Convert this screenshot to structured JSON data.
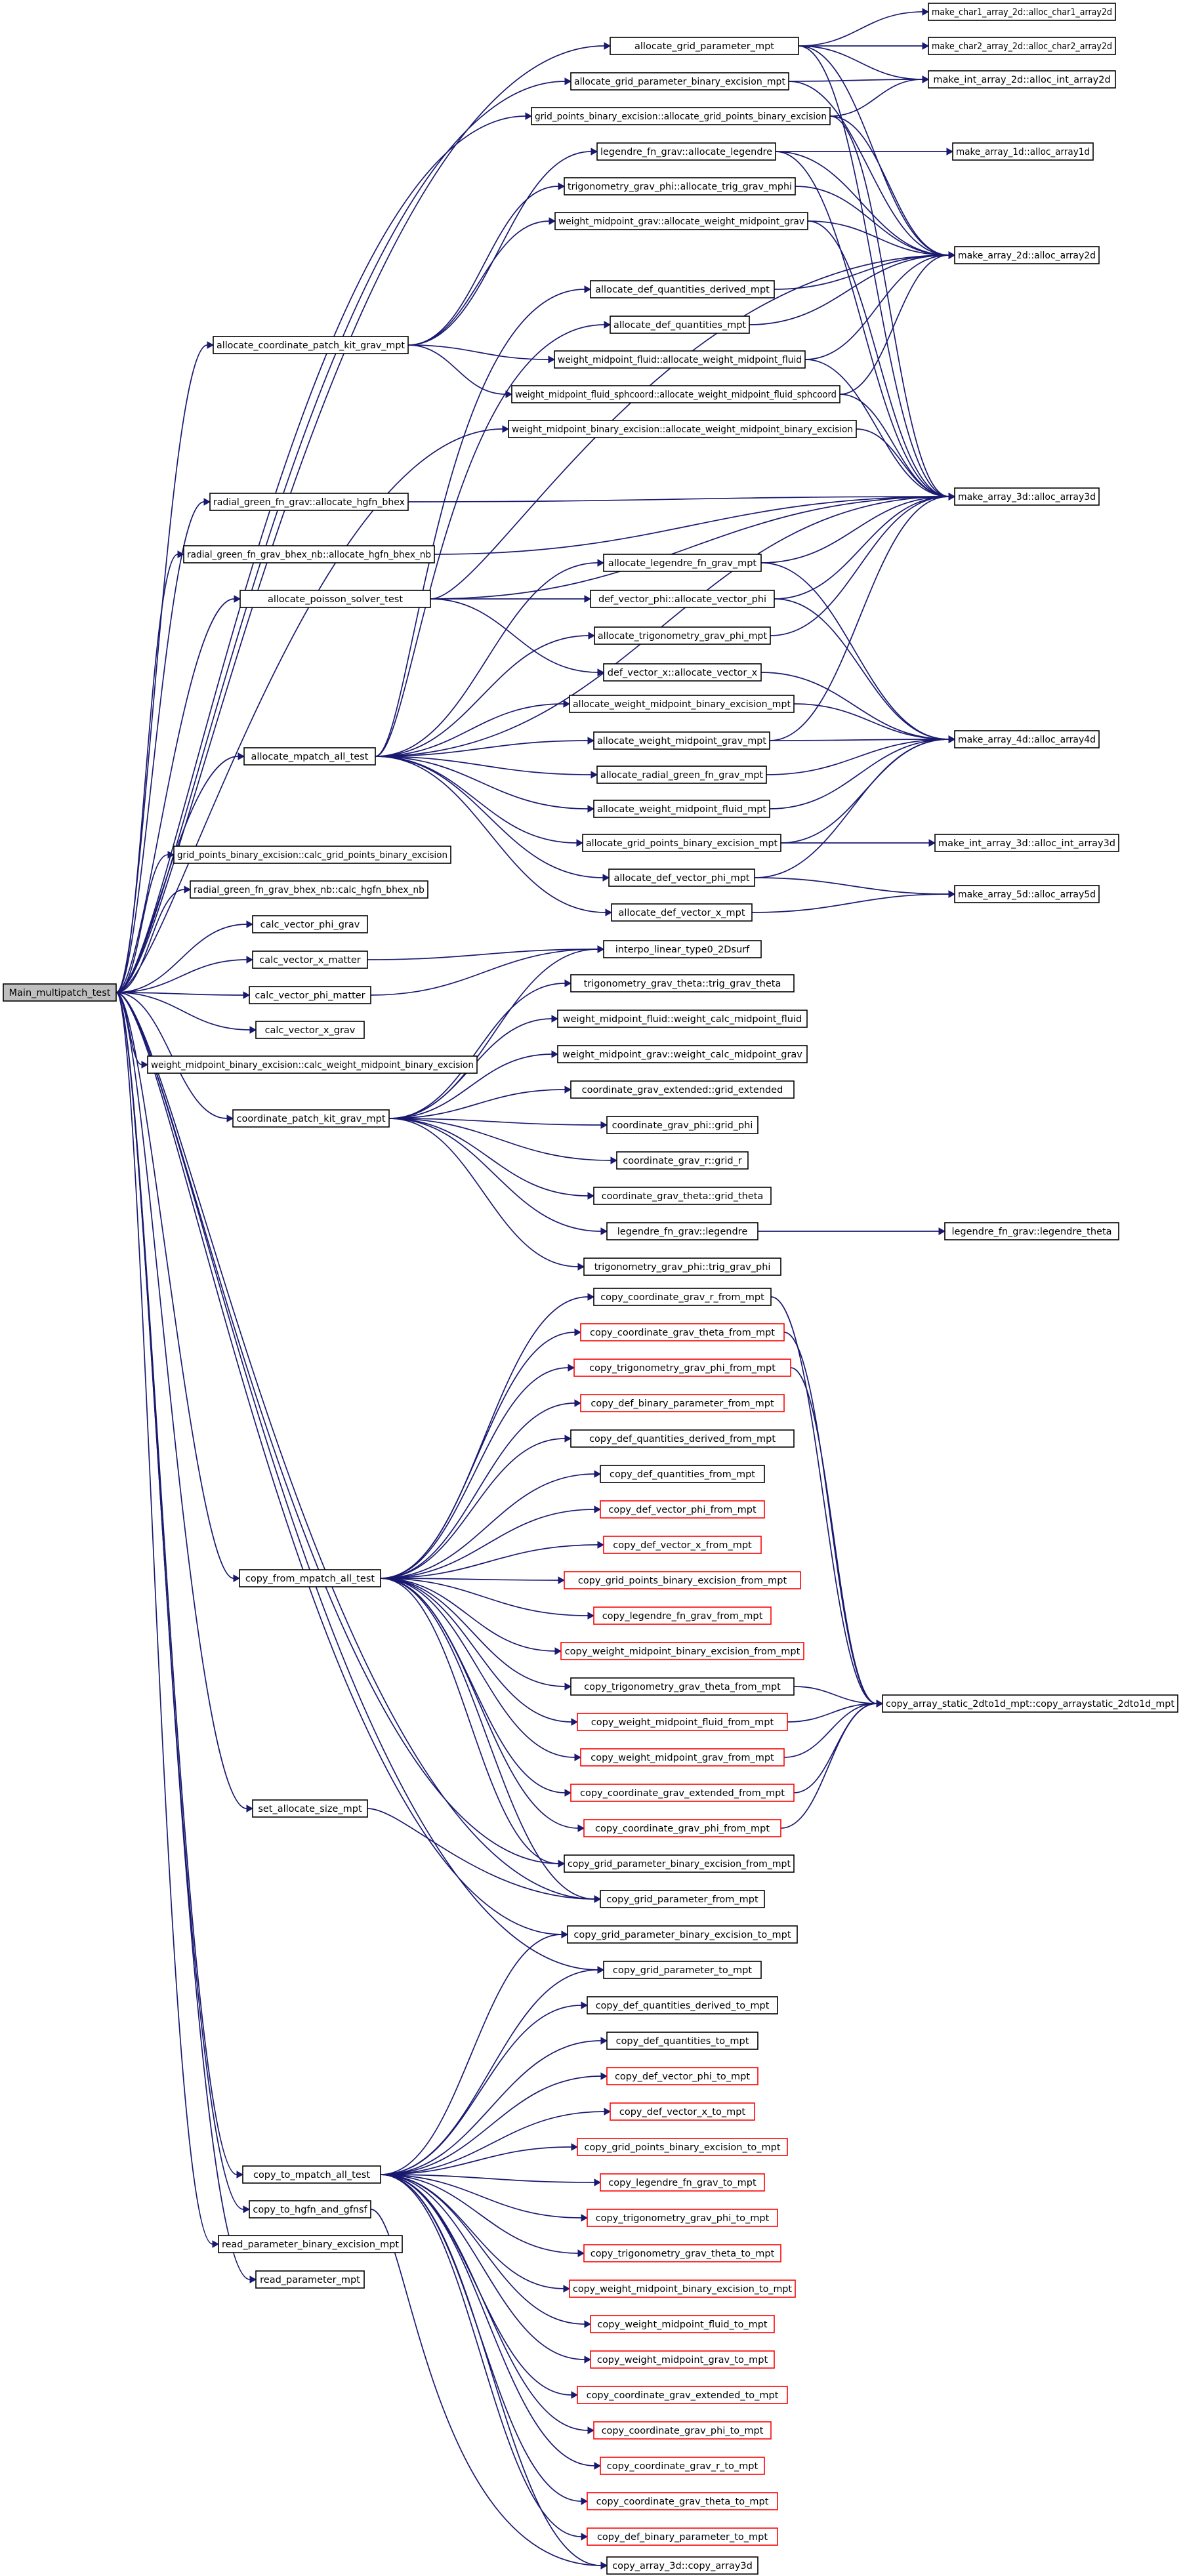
{
  "graph": {
    "root": "Main_multipatch_test",
    "colors": {
      "edge": "#191970",
      "node_border": "#000000",
      "undocumented_border": "#ff0000",
      "root_fill": "#bfbfbf"
    },
    "nodes": [
      {
        "id": "root",
        "label": "Main_multipatch_test"
      },
      {
        "id": "agpm",
        "label": "allocate_grid_parameter_mpt"
      },
      {
        "id": "agpbe",
        "label": "allocate_grid_parameter_binary_excision_mpt"
      },
      {
        "id": "gpbe_agp",
        "label": "grid_points_binary_excision::allocate_grid_points_binary_excision"
      },
      {
        "id": "leg_alloc",
        "label": "legendre_fn_grav::allocate_legendre"
      },
      {
        "id": "trig_phi_alloc",
        "label": "trigonometry_grav_phi::allocate_trig_grav_mphi"
      },
      {
        "id": "wm_grav_alloc",
        "label": "weight_midpoint_grav::allocate_weight_midpoint_grav"
      },
      {
        "id": "adqd",
        "label": "allocate_def_quantities_derived_mpt"
      },
      {
        "id": "adq",
        "label": "allocate_def_quantities_mpt"
      },
      {
        "id": "acpk",
        "label": "allocate_coordinate_patch_kit_grav_mpt"
      },
      {
        "id": "wm_fluid_alloc",
        "label": "weight_midpoint_fluid::allocate_weight_midpoint_fluid"
      },
      {
        "id": "wm_fluid_sph",
        "label": "weight_midpoint_fluid_sphcoord::allocate_weight_midpoint_fluid_sphcoord"
      },
      {
        "id": "wm_be_alloc",
        "label": "weight_midpoint_binary_excision::allocate_weight_midpoint_binary_excision"
      },
      {
        "id": "rg_hgfn",
        "label": "radial_green_fn_grav::allocate_hgfn_bhex"
      },
      {
        "id": "rg_nb_hgfn",
        "label": "radial_green_fn_grav_bhex_nb::allocate_hgfn_bhex_nb"
      },
      {
        "id": "alg",
        "label": "allocate_legendre_fn_grav_mpt"
      },
      {
        "id": "aps",
        "label": "allocate_poisson_solver_test"
      },
      {
        "id": "dvp_alloc",
        "label": "def_vector_phi::allocate_vector_phi"
      },
      {
        "id": "atgp",
        "label": "allocate_trigonometry_grav_phi_mpt"
      },
      {
        "id": "dvx_alloc",
        "label": "def_vector_x::allocate_vector_x"
      },
      {
        "id": "awmbe",
        "label": "allocate_weight_midpoint_binary_excision_mpt"
      },
      {
        "id": "amat",
        "label": "allocate_mpatch_all_test"
      },
      {
        "id": "awmg",
        "label": "allocate_weight_midpoint_grav_mpt"
      },
      {
        "id": "argf",
        "label": "allocate_radial_green_fn_grav_mpt"
      },
      {
        "id": "awmf",
        "label": "allocate_weight_midpoint_fluid_mpt"
      },
      {
        "id": "agpbe2",
        "label": "allocate_grid_points_binary_excision_mpt"
      },
      {
        "id": "advp",
        "label": "allocate_def_vector_phi_mpt"
      },
      {
        "id": "advx",
        "label": "allocate_def_vector_x_mpt"
      },
      {
        "id": "calc_gpbe",
        "label": "grid_points_binary_excision::calc_grid_points_binary_excision"
      },
      {
        "id": "calc_hgfn",
        "label": "radial_green_fn_grav_bhex_nb::calc_hgfn_bhex_nb"
      },
      {
        "id": "cvpg",
        "label": "calc_vector_phi_grav"
      },
      {
        "id": "cvxm",
        "label": "calc_vector_x_matter"
      },
      {
        "id": "cvpm",
        "label": "calc_vector_phi_matter"
      },
      {
        "id": "cvxg",
        "label": "calc_vector_x_grav"
      },
      {
        "id": "calc_wmbe",
        "label": "weight_midpoint_binary_excision::calc_weight_midpoint_binary_excision"
      },
      {
        "id": "cpk",
        "label": "coordinate_patch_kit_grav_mpt"
      },
      {
        "id": "mc1",
        "label": "make_char1_array_2d::alloc_char1_array2d"
      },
      {
        "id": "mc2",
        "label": "make_char2_array_2d::alloc_char2_array2d"
      },
      {
        "id": "mi2",
        "label": "make_int_array_2d::alloc_int_array2d"
      },
      {
        "id": "m1d",
        "label": "make_array_1d::alloc_array1d"
      },
      {
        "id": "m2d",
        "label": "make_array_2d::alloc_array2d"
      },
      {
        "id": "m3d",
        "label": "make_array_3d::alloc_array3d"
      },
      {
        "id": "m4d",
        "label": "make_array_4d::alloc_array4d"
      },
      {
        "id": "mi3",
        "label": "make_int_array_3d::alloc_int_array3d"
      },
      {
        "id": "m5d",
        "label": "make_array_5d::alloc_array5d"
      },
      {
        "id": "interp",
        "label": "interpo_linear_type0_2Dsurf"
      },
      {
        "id": "trig_theta",
        "label": "trigonometry_grav_theta::trig_grav_theta"
      },
      {
        "id": "wm_fluid_calc",
        "label": "weight_midpoint_fluid::weight_calc_midpoint_fluid"
      },
      {
        "id": "wm_grav_calc",
        "label": "weight_midpoint_grav::weight_calc_midpoint_grav"
      },
      {
        "id": "cg_ext",
        "label": "coordinate_grav_extended::grid_extended"
      },
      {
        "id": "cg_phi",
        "label": "coordinate_grav_phi::grid_phi"
      },
      {
        "id": "cg_r",
        "label": "coordinate_grav_r::grid_r"
      },
      {
        "id": "cg_theta",
        "label": "coordinate_grav_theta::grid_theta"
      },
      {
        "id": "leg",
        "label": "legendre_fn_grav::legendre"
      },
      {
        "id": "leg_theta",
        "label": "legendre_fn_grav::legendre_theta"
      },
      {
        "id": "trig_phi",
        "label": "trigonometry_grav_phi::trig_grav_phi"
      },
      {
        "id": "c_cgr_f",
        "label": "copy_coordinate_grav_r_from_mpt"
      },
      {
        "id": "c_cgt_f",
        "label": "copy_coordinate_grav_theta_from_mpt",
        "red": true
      },
      {
        "id": "c_tgp_f",
        "label": "copy_trigonometry_grav_phi_from_mpt",
        "red": true
      },
      {
        "id": "c_dbp_f",
        "label": "copy_def_binary_parameter_from_mpt",
        "red": true
      },
      {
        "id": "c_dqd_f",
        "label": "copy_def_quantities_derived_from_mpt"
      },
      {
        "id": "c_dq_f",
        "label": "copy_def_quantities_from_mpt"
      },
      {
        "id": "c_dvp_f",
        "label": "copy_def_vector_phi_from_mpt",
        "red": true
      },
      {
        "id": "c_dvx_f",
        "label": "copy_def_vector_x_from_mpt",
        "red": true
      },
      {
        "id": "cfmat",
        "label": "copy_from_mpatch_all_test"
      },
      {
        "id": "c_gpbe_f",
        "label": "copy_grid_points_binary_excision_from_mpt",
        "red": true
      },
      {
        "id": "c_lfg_f",
        "label": "copy_legendre_fn_grav_from_mpt",
        "red": true
      },
      {
        "id": "c_wmbe_f",
        "label": "copy_weight_midpoint_binary_excision_from_mpt",
        "red": true
      },
      {
        "id": "c_tgt_f",
        "label": "copy_trigonometry_grav_theta_from_mpt"
      },
      {
        "id": "c_wmf_f",
        "label": "copy_weight_midpoint_fluid_from_mpt",
        "red": true
      },
      {
        "id": "c_wmg_f",
        "label": "copy_weight_midpoint_grav_from_mpt",
        "red": true
      },
      {
        "id": "c_cge_f",
        "label": "copy_coordinate_grav_extended_from_mpt",
        "red": true
      },
      {
        "id": "c_cgp_f",
        "label": "copy_coordinate_grav_phi_from_mpt",
        "red": true
      },
      {
        "id": "cas",
        "label": "copy_array_static_2dto1d_mpt::copy_arraystatic_2dto1d_mpt"
      },
      {
        "id": "sasm",
        "label": "set_allocate_size_mpt"
      },
      {
        "id": "c_gpbe_pf",
        "label": "copy_grid_parameter_binary_excision_from_mpt"
      },
      {
        "id": "c_gp_f",
        "label": "copy_grid_parameter_from_mpt"
      },
      {
        "id": "c_gpbe_pt",
        "label": "copy_grid_parameter_binary_excision_to_mpt"
      },
      {
        "id": "c_gp_t",
        "label": "copy_grid_parameter_to_mpt"
      },
      {
        "id": "c_dqd_t",
        "label": "copy_def_quantities_derived_to_mpt"
      },
      {
        "id": "c_dq_t",
        "label": "copy_def_quantities_to_mpt"
      },
      {
        "id": "c_dvp_t",
        "label": "copy_def_vector_phi_to_mpt",
        "red": true
      },
      {
        "id": "c_dvx_t",
        "label": "copy_def_vector_x_to_mpt",
        "red": true
      },
      {
        "id": "c_gpbe_t",
        "label": "copy_grid_points_binary_excision_to_mpt",
        "red": true
      },
      {
        "id": "c_lfg_t",
        "label": "copy_legendre_fn_grav_to_mpt",
        "red": true
      },
      {
        "id": "ctmat",
        "label": "copy_to_mpatch_all_test"
      },
      {
        "id": "c_tgp_t",
        "label": "copy_trigonometry_grav_phi_to_mpt",
        "red": true
      },
      {
        "id": "cthg",
        "label": "copy_to_hgfn_and_gfnsf"
      },
      {
        "id": "c_tgt_t",
        "label": "copy_trigonometry_grav_theta_to_mpt",
        "red": true
      },
      {
        "id": "rpbe",
        "label": "read_parameter_binary_excision_mpt"
      },
      {
        "id": "c_wmbe_t",
        "label": "copy_weight_midpoint_binary_excision_to_mpt",
        "red": true
      },
      {
        "id": "rp",
        "label": "read_parameter_mpt"
      },
      {
        "id": "c_wmf_t",
        "label": "copy_weight_midpoint_fluid_to_mpt",
        "red": true
      },
      {
        "id": "c_wmg_t",
        "label": "copy_weight_midpoint_grav_to_mpt",
        "red": true
      },
      {
        "id": "c_cge_t",
        "label": "copy_coordinate_grav_extended_to_mpt",
        "red": true
      },
      {
        "id": "c_cgp_t",
        "label": "copy_coordinate_grav_phi_to_mpt",
        "red": true
      },
      {
        "id": "c_cgr_t",
        "label": "copy_coordinate_grav_r_to_mpt",
        "red": true
      },
      {
        "id": "c_cgt_t",
        "label": "copy_coordinate_grav_theta_to_mpt",
        "red": true
      },
      {
        "id": "c_dbp_t",
        "label": "copy_def_binary_parameter_to_mpt",
        "red": true
      },
      {
        "id": "ca3d",
        "label": "copy_array_3d::copy_array3d"
      }
    ],
    "edges": [
      [
        "root",
        "agpm"
      ],
      [
        "root",
        "agpbe"
      ],
      [
        "root",
        "gpbe_agp"
      ],
      [
        "root",
        "acpk"
      ],
      [
        "root",
        "wm_be_alloc"
      ],
      [
        "root",
        "rg_hgfn"
      ],
      [
        "root",
        "rg_nb_hgfn"
      ],
      [
        "root",
        "aps"
      ],
      [
        "root",
        "amat"
      ],
      [
        "root",
        "calc_gpbe"
      ],
      [
        "root",
        "calc_hgfn"
      ],
      [
        "root",
        "cvpg"
      ],
      [
        "root",
        "cvxm"
      ],
      [
        "root",
        "cvpm"
      ],
      [
        "root",
        "cvxg"
      ],
      [
        "root",
        "calc_wmbe"
      ],
      [
        "root",
        "cpk"
      ],
      [
        "root",
        "cfmat"
      ],
      [
        "root",
        "sasm"
      ],
      [
        "root",
        "c_gpbe_pf"
      ],
      [
        "root",
        "c_gp_f"
      ],
      [
        "root",
        "c_gpbe_pt"
      ],
      [
        "root",
        "c_gp_t"
      ],
      [
        "root",
        "ctmat"
      ],
      [
        "root",
        "cthg"
      ],
      [
        "root",
        "rpbe"
      ],
      [
        "root",
        "rp"
      ],
      [
        "agpm",
        "mc1"
      ],
      [
        "agpm",
        "mc2"
      ],
      [
        "agpm",
        "mi2"
      ],
      [
        "agpm",
        "m2d"
      ],
      [
        "agpm",
        "m3d"
      ],
      [
        "agpbe",
        "mi2"
      ],
      [
        "agpbe",
        "m2d"
      ],
      [
        "gpbe_agp",
        "mi2"
      ],
      [
        "gpbe_agp",
        "m2d"
      ],
      [
        "gpbe_agp",
        "m3d"
      ],
      [
        "leg_alloc",
        "m1d"
      ],
      [
        "leg_alloc",
        "m2d"
      ],
      [
        "leg_alloc",
        "m3d"
      ],
      [
        "trig_phi_alloc",
        "m2d"
      ],
      [
        "wm_grav_alloc",
        "m2d"
      ],
      [
        "wm_grav_alloc",
        "m3d"
      ],
      [
        "adqd",
        "m2d"
      ],
      [
        "adq",
        "m2d"
      ],
      [
        "acpk",
        "leg_alloc"
      ],
      [
        "acpk",
        "trig_phi_alloc"
      ],
      [
        "acpk",
        "wm_grav_alloc"
      ],
      [
        "acpk",
        "wm_fluid_alloc"
      ],
      [
        "acpk",
        "wm_fluid_sph"
      ],
      [
        "wm_fluid_alloc",
        "m2d"
      ],
      [
        "wm_fluid_alloc",
        "m3d"
      ],
      [
        "wm_fluid_sph",
        "m2d"
      ],
      [
        "wm_fluid_sph",
        "m3d"
      ],
      [
        "wm_be_alloc",
        "m3d"
      ],
      [
        "rg_hgfn",
        "m3d"
      ],
      [
        "rg_nb_hgfn",
        "m3d"
      ],
      [
        "alg",
        "m3d"
      ],
      [
        "alg",
        "m4d"
      ],
      [
        "aps",
        "m2d"
      ],
      [
        "aps",
        "m3d"
      ],
      [
        "aps",
        "dvp_alloc"
      ],
      [
        "aps",
        "dvx_alloc"
      ],
      [
        "dvp_alloc",
        "m3d"
      ],
      [
        "dvp_alloc",
        "m4d"
      ],
      [
        "atgp",
        "m3d"
      ],
      [
        "dvx_alloc",
        "m4d"
      ],
      [
        "awmbe",
        "m4d"
      ],
      [
        "awmg",
        "m3d"
      ],
      [
        "awmg",
        "m4d"
      ],
      [
        "argf",
        "m4d"
      ],
      [
        "awmf",
        "m4d"
      ],
      [
        "agpbe2",
        "m4d"
      ],
      [
        "agpbe2",
        "mi3"
      ],
      [
        "advp",
        "m4d"
      ],
      [
        "advp",
        "m5d"
      ],
      [
        "advx",
        "m5d"
      ],
      [
        "amat",
        "adqd"
      ],
      [
        "amat",
        "adq"
      ],
      [
        "amat",
        "alg"
      ],
      [
        "amat",
        "atgp"
      ],
      [
        "amat",
        "awmbe"
      ],
      [
        "amat",
        "awmg"
      ],
      [
        "amat",
        "argf"
      ],
      [
        "amat",
        "awmf"
      ],
      [
        "amat",
        "agpbe2"
      ],
      [
        "amat",
        "advp"
      ],
      [
        "amat",
        "advx"
      ],
      [
        "amat",
        "m3d"
      ],
      [
        "cvxm",
        "interp"
      ],
      [
        "cvpm",
        "interp"
      ],
      [
        "cpk",
        "trig_theta"
      ],
      [
        "cpk",
        "wm_fluid_calc"
      ],
      [
        "cpk",
        "wm_grav_calc"
      ],
      [
        "cpk",
        "cg_ext"
      ],
      [
        "cpk",
        "cg_phi"
      ],
      [
        "cpk",
        "cg_r"
      ],
      [
        "cpk",
        "cg_theta"
      ],
      [
        "cpk",
        "leg"
      ],
      [
        "cpk",
        "trig_phi"
      ],
      [
        "cpk",
        "interp"
      ],
      [
        "leg",
        "leg_theta"
      ],
      [
        "cfmat",
        "c_cgr_f"
      ],
      [
        "cfmat",
        "c_cgt_f"
      ],
      [
        "cfmat",
        "c_tgp_f"
      ],
      [
        "cfmat",
        "c_dbp_f"
      ],
      [
        "cfmat",
        "c_dqd_f"
      ],
      [
        "cfmat",
        "c_dq_f"
      ],
      [
        "cfmat",
        "c_dvp_f"
      ],
      [
        "cfmat",
        "c_dvx_f"
      ],
      [
        "cfmat",
        "c_gpbe_f"
      ],
      [
        "cfmat",
        "c_lfg_f"
      ],
      [
        "cfmat",
        "c_wmbe_f"
      ],
      [
        "cfmat",
        "c_tgt_f"
      ],
      [
        "cfmat",
        "c_wmf_f"
      ],
      [
        "cfmat",
        "c_wmg_f"
      ],
      [
        "cfmat",
        "c_cge_f"
      ],
      [
        "cfmat",
        "c_cgp_f"
      ],
      [
        "cfmat",
        "c_gpbe_pf"
      ],
      [
        "cfmat",
        "c_gp_f"
      ],
      [
        "c_cgr_f",
        "cas"
      ],
      [
        "c_cgt_f",
        "cas"
      ],
      [
        "c_tgp_f",
        "cas"
      ],
      [
        "c_tgt_f",
        "cas"
      ],
      [
        "c_wmf_f",
        "cas"
      ],
      [
        "c_wmg_f",
        "cas"
      ],
      [
        "c_cge_f",
        "cas"
      ],
      [
        "c_cgp_f",
        "cas"
      ],
      [
        "sasm",
        "c_gp_f"
      ],
      [
        "ctmat",
        "c_gpbe_pt"
      ],
      [
        "ctmat",
        "c_gp_t"
      ],
      [
        "ctmat",
        "c_dqd_t"
      ],
      [
        "ctmat",
        "c_dq_t"
      ],
      [
        "ctmat",
        "c_dvp_t"
      ],
      [
        "ctmat",
        "c_dvx_t"
      ],
      [
        "ctmat",
        "c_gpbe_t"
      ],
      [
        "ctmat",
        "c_lfg_t"
      ],
      [
        "ctmat",
        "c_tgp_t"
      ],
      [
        "ctmat",
        "c_tgt_t"
      ],
      [
        "ctmat",
        "c_wmbe_t"
      ],
      [
        "ctmat",
        "c_wmf_t"
      ],
      [
        "ctmat",
        "c_wmg_t"
      ],
      [
        "ctmat",
        "c_cge_t"
      ],
      [
        "ctmat",
        "c_cgp_t"
      ],
      [
        "ctmat",
        "c_cgr_t"
      ],
      [
        "ctmat",
        "c_cgt_t"
      ],
      [
        "ctmat",
        "c_dbp_t"
      ],
      [
        "ctmat",
        "ca3d"
      ],
      [
        "cthg",
        "ca3d"
      ]
    ]
  }
}
